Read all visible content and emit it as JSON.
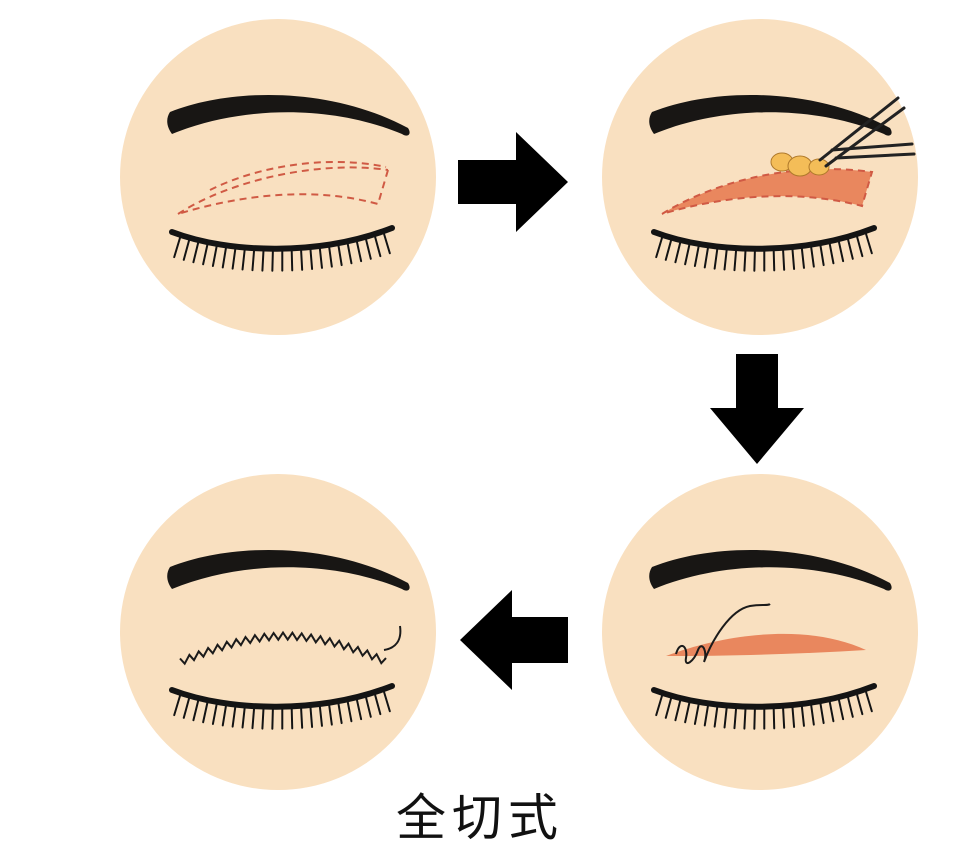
{
  "caption": "全切式",
  "colors": {
    "skin": "#f9e0c0",
    "brow": "#181614",
    "lash": "#141414",
    "incision_dash": "#d05a44",
    "tissue": "#e9875e",
    "fat": "#f4bd58",
    "arrow": "#000000",
    "instrument": "#222222",
    "suture": "#1b1b1b"
  },
  "steps": [
    {
      "id": 1,
      "name": "incision-marking",
      "icon": "dashed-incision-outline-icon"
    },
    {
      "id": 2,
      "name": "tissue-removal",
      "icon": "forceps-icon"
    },
    {
      "id": 3,
      "name": "suturing",
      "icon": "suture-thread-icon"
    },
    {
      "id": 4,
      "name": "closed-incision",
      "icon": "zigzag-stitch-icon"
    }
  ],
  "flow_arrows": [
    {
      "from": 1,
      "to": 2,
      "direction": "right"
    },
    {
      "from": 2,
      "to": 3,
      "direction": "down"
    },
    {
      "from": 3,
      "to": 4,
      "direction": "left"
    }
  ]
}
